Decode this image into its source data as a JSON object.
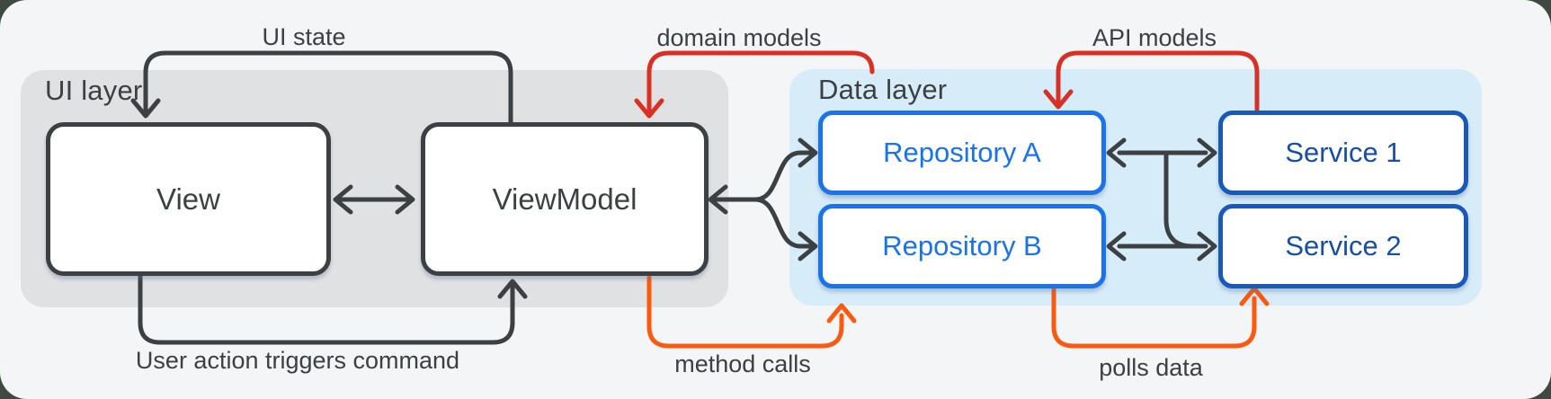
{
  "diagram": {
    "title_hint": "MVVM architecture layers diagram",
    "layers": {
      "ui": {
        "label": "UI layer"
      },
      "data": {
        "label": "Data layer"
      }
    },
    "nodes": {
      "view": {
        "label": "View"
      },
      "viewmodel": {
        "label": "ViewModel"
      },
      "repo_a": {
        "label": "Repository A"
      },
      "repo_b": {
        "label": "Repository B"
      },
      "service_1": {
        "label": "Service 1"
      },
      "service_2": {
        "label": "Service 2"
      }
    },
    "edges": {
      "ui_state": {
        "label": "UI state",
        "color": "#3c4043",
        "from": "ViewModel",
        "to": "View"
      },
      "user_action": {
        "label": "User action triggers command",
        "color": "#3c4043",
        "from": "View",
        "to": "ViewModel"
      },
      "domain_models": {
        "label": "domain models",
        "color": "#d93025",
        "from": "Data layer",
        "to": "ViewModel"
      },
      "api_models": {
        "label": "API models",
        "color": "#d93025",
        "from": "Service 1",
        "to": "Repository A"
      },
      "method_calls": {
        "label": "method calls",
        "color": "#f85a10",
        "from": "ViewModel",
        "to": "Data layer"
      },
      "polls_data": {
        "label": "polls data",
        "color": "#f85a10",
        "from": "Repository B",
        "to": "Service 2"
      }
    },
    "colors": {
      "outer_background": "#3e4a41",
      "canvas_background": "#f3f5f6",
      "ui_panel": "#e0e1e2",
      "data_panel": "#d7ecf9",
      "dark_stroke": "#3c4043",
      "red_stroke": "#d93025",
      "orange_stroke": "#f85a10",
      "repository_blue": "#1a73e8",
      "service_border_blue": "#185abc",
      "service_text_blue": "#174ea6"
    }
  }
}
